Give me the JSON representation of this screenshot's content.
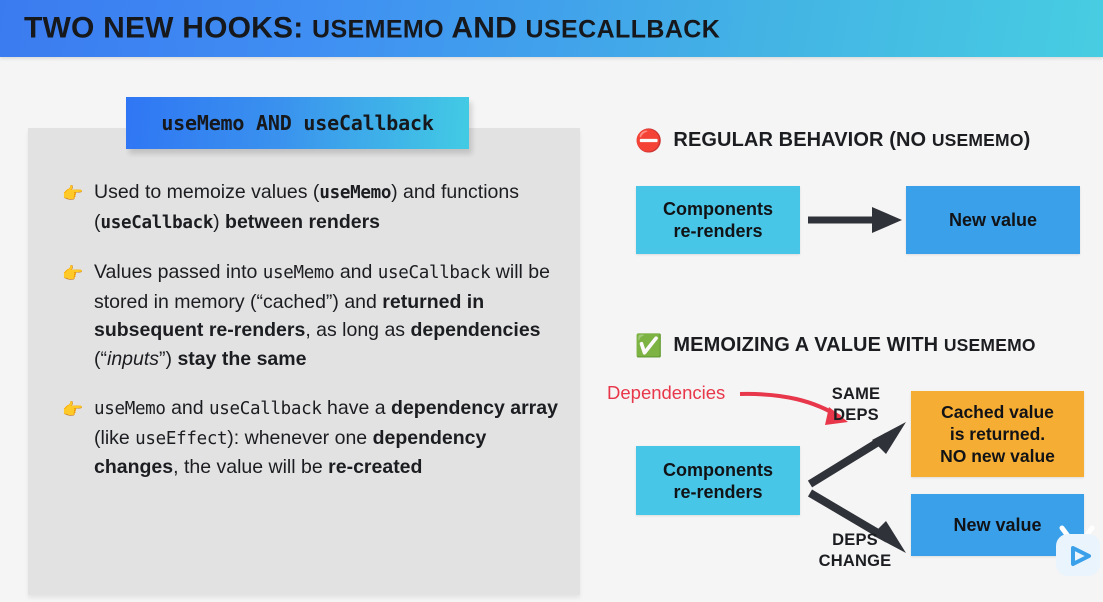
{
  "slide": {
    "title_parts": [
      {
        "text": "TWO NEW HOOKS: ",
        "style": "regular"
      },
      {
        "text": "USEMEMO",
        "style": "mono"
      },
      {
        "text": " AND ",
        "style": "regular"
      },
      {
        "text": "USECALLBACK",
        "style": "mono"
      }
    ],
    "title_plain": "TWO NEW HOOKS: USEMEMO AND USECALLBACK",
    "background_color": "#f5f5f5",
    "title_gradient_from": "#3b7bf0",
    "title_gradient_to": "#47cde2"
  },
  "left_panel": {
    "background_color": "#e2e2e2",
    "badge": {
      "label": "useMemo AND useCallback",
      "gradient_from": "#2f76f4",
      "gradient_to": "#42cbe4"
    },
    "bullet_icon": "pointing-right-hand-icon",
    "bullet_icon_glyph": "👉",
    "bullets": [
      {
        "id": "bullet-memoize",
        "plain": "Used to memoize values (useMemo) and functions (useCallback) between renders",
        "runs": [
          {
            "t": "Used to memoize values (",
            "b": false,
            "m": false,
            "i": false
          },
          {
            "t": "useMemo",
            "b": true,
            "m": true,
            "i": false
          },
          {
            "t": ") and functions (",
            "b": false,
            "m": false,
            "i": false
          },
          {
            "t": "useCallback",
            "b": true,
            "m": true,
            "i": false
          },
          {
            "t": ") ",
            "b": false,
            "m": false,
            "i": false
          },
          {
            "t": "between renders",
            "b": true,
            "m": false,
            "i": false
          }
        ]
      },
      {
        "id": "bullet-cached",
        "plain": "Values passed into useMemo and useCallback will be stored in memory (“cached”) and returned in subsequent re-renders, as long as dependencies (“inputs”) stay the same",
        "runs": [
          {
            "t": "Values passed into ",
            "b": false,
            "m": false,
            "i": false
          },
          {
            "t": "useMemo",
            "b": false,
            "m": true,
            "i": false
          },
          {
            "t": " and ",
            "b": false,
            "m": false,
            "i": false
          },
          {
            "t": "useCallback",
            "b": false,
            "m": true,
            "i": false
          },
          {
            "t": " will be stored in memory (“cached”) and ",
            "b": false,
            "m": false,
            "i": false
          },
          {
            "t": "returned in subsequent re-renders",
            "b": true,
            "m": false,
            "i": false
          },
          {
            "t": ", as long as ",
            "b": false,
            "m": false,
            "i": false
          },
          {
            "t": "dependencies",
            "b": true,
            "m": false,
            "i": false
          },
          {
            "t": " (“",
            "b": false,
            "m": false,
            "i": false
          },
          {
            "t": "inputs",
            "b": false,
            "m": false,
            "i": true
          },
          {
            "t": "”) ",
            "b": false,
            "m": false,
            "i": false
          },
          {
            "t": "stay the same",
            "b": true,
            "m": false,
            "i": false
          }
        ]
      },
      {
        "id": "bullet-dependency-array",
        "plain": "useMemo and useCallback have a dependency array (like useEffect): whenever one dependency changes, the value will be re-created",
        "runs": [
          {
            "t": "useMemo",
            "b": false,
            "m": true,
            "i": false
          },
          {
            "t": " and ",
            "b": false,
            "m": false,
            "i": false
          },
          {
            "t": "useCallback",
            "b": false,
            "m": true,
            "i": false
          },
          {
            "t": " have a ",
            "b": false,
            "m": false,
            "i": false
          },
          {
            "t": "dependency array",
            "b": true,
            "m": false,
            "i": false
          },
          {
            "t": " (like ",
            "b": false,
            "m": false,
            "i": false
          },
          {
            "t": "useEffect",
            "b": false,
            "m": true,
            "i": false
          },
          {
            "t": "): whenever one ",
            "b": false,
            "m": false,
            "i": false
          },
          {
            "t": "dependency changes",
            "b": true,
            "m": false,
            "i": false
          },
          {
            "t": ", the value will be ",
            "b": false,
            "m": false,
            "i": false
          },
          {
            "t": "re-created",
            "b": true,
            "m": false,
            "i": false
          }
        ]
      }
    ]
  },
  "right_panel": {
    "section_regular": {
      "icon": "no-entry-icon",
      "icon_glyph": "⛔",
      "title_main": "REGULAR BEHAVIOR (NO ",
      "title_caps": "USEMEMO",
      "title_tail": ")",
      "title_plain": "REGULAR BEHAVIOR (NO USEMEMO)",
      "boxes": {
        "components": "Components\nre-renders",
        "new_value": "New value"
      },
      "box_colors": {
        "components": "#48c6e8",
        "new_value": "#3aa0ea"
      }
    },
    "section_memoize": {
      "icon": "check-mark-button-icon",
      "icon_glyph": "✅",
      "title_main": "MEMOIZING A VALUE WITH ",
      "title_caps": "USEMEMO",
      "title_tail": "",
      "title_plain": "MEMOIZING A VALUE WITH USEMEMO",
      "dependencies_label": "Dependencies",
      "dependencies_color": "#e8374a",
      "edge_same": "SAME\nDEPS",
      "edge_change": "DEPS\nCHANGE",
      "boxes": {
        "components": "Components\nre-renders",
        "cached": "Cached value\nis returned.\nNO new value",
        "cached_runs": [
          {
            "t": "Cached value",
            "b": true
          },
          {
            "t": "is returned.",
            "b": true
          },
          {
            "t": "NO new value",
            "b": true
          }
        ],
        "new_value": "New value"
      },
      "box_colors": {
        "components": "#48c6e8",
        "cached": "#f6ad33",
        "new_value": "#3aa0ea"
      }
    }
  },
  "overlay": {
    "play_widget_name": "play-button-watermark",
    "play_widget_color": "#3aa0ea"
  }
}
